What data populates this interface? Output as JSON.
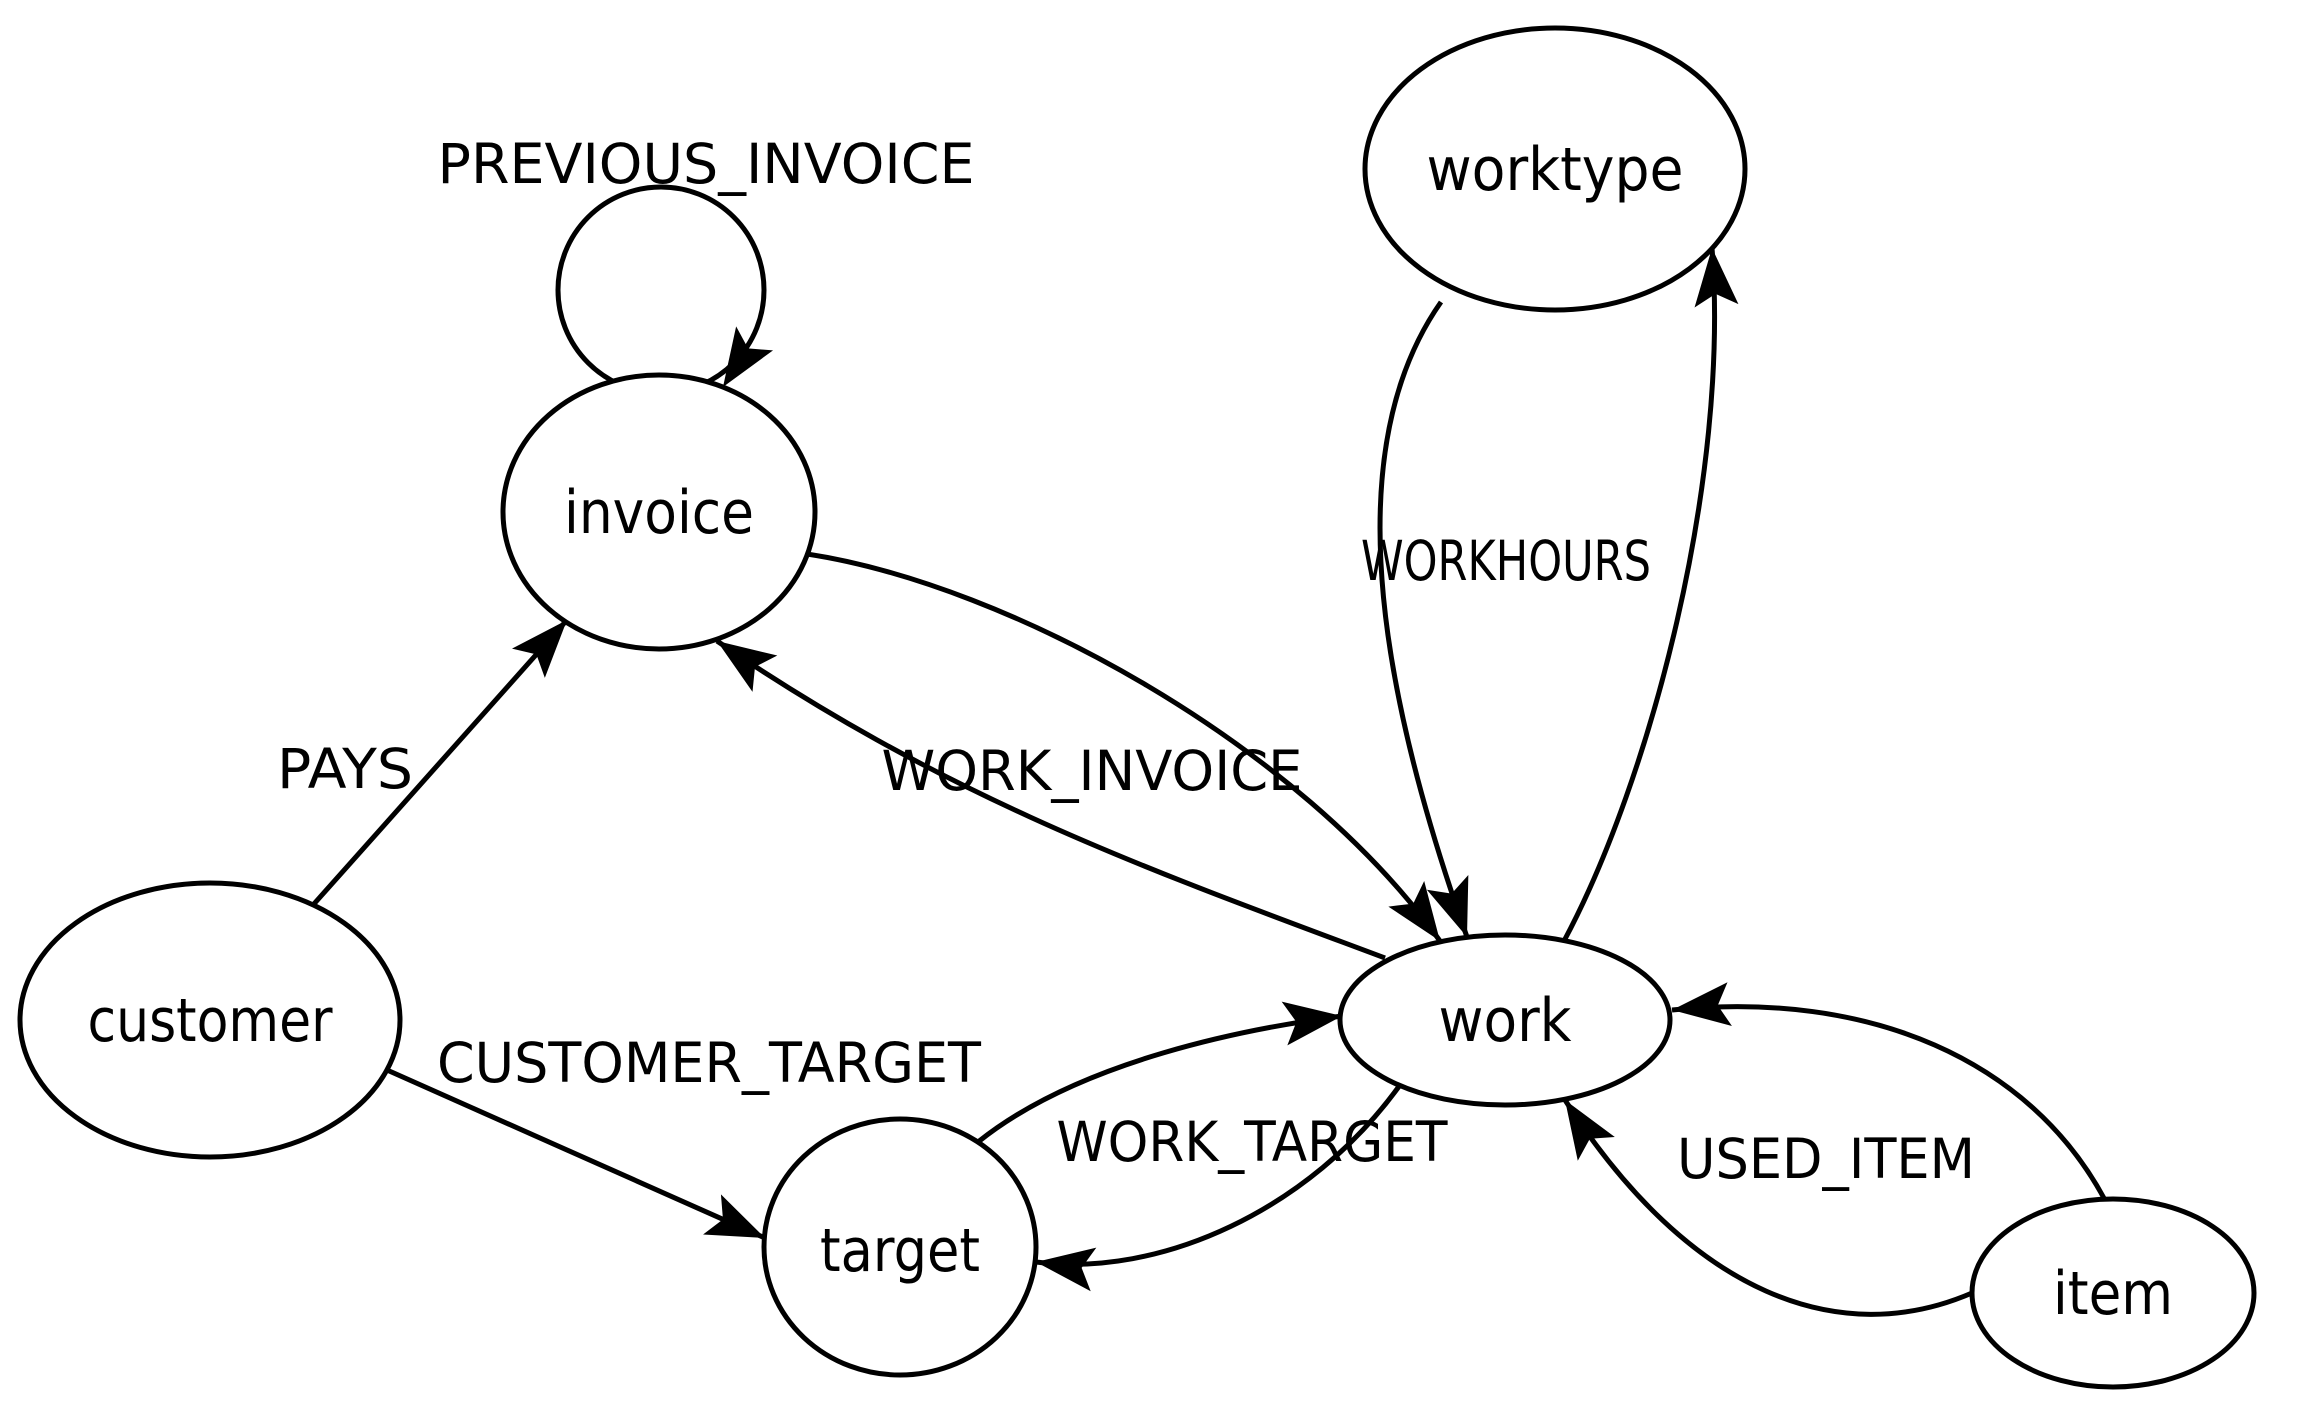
{
  "diagram": {
    "type": "graph-schema",
    "background_color": "#ffffff",
    "stroke_color": "#000000",
    "text_color": "#000000",
    "nodes": {
      "invoice": {
        "label": "invoice"
      },
      "worktype": {
        "label": "worktype"
      },
      "customer": {
        "label": "customer"
      },
      "work": {
        "label": "work"
      },
      "target": {
        "label": "target"
      },
      "item": {
        "label": "item"
      }
    },
    "edges": {
      "previous_invoice": {
        "label": "PREVIOUS_INVOICE",
        "arrows": [
          "invoice->invoice"
        ]
      },
      "pays": {
        "label": "PAYS",
        "arrows": [
          "customer->invoice"
        ]
      },
      "work_invoice": {
        "label": "WORK_INVOICE",
        "arrows": [
          "invoice->work",
          "work->invoice"
        ]
      },
      "workhours": {
        "label": "WORKHOURS",
        "arrows": [
          "worktype->work",
          "work->worktype"
        ]
      },
      "customer_target": {
        "label": "CUSTOMER_TARGET",
        "arrows": [
          "customer->target"
        ]
      },
      "work_target": {
        "label": "WORK_TARGET",
        "arrows": [
          "target->work",
          "work->target"
        ]
      },
      "used_item": {
        "label": "USED_ITEM",
        "arrows": [
          "item->work",
          "item->work"
        ]
      }
    }
  }
}
